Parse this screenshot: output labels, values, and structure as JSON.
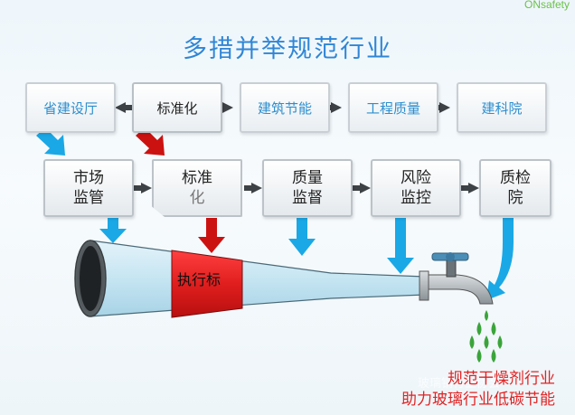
{
  "title": "多措并举规范行业",
  "logo": "ONsafety",
  "top_row": [
    {
      "label": "省建设厅"
    },
    {
      "label": "标准化"
    },
    {
      "label": "建筑节能"
    },
    {
      "label": "工程质量"
    },
    {
      "label": "建科院"
    }
  ],
  "middle_row": [
    {
      "line1": "市场",
      "line2": "监管"
    },
    {
      "line1": "标准",
      "line2": "化"
    },
    {
      "line1": "质量",
      "line2": "监督"
    },
    {
      "line1": "风险",
      "line2": "监控"
    },
    {
      "line1": "质检",
      "line2": "院"
    }
  ],
  "funnel_label": "执行标",
  "outcome": {
    "line1": "规范干燥剂行业",
    "line2": "助力玻璃行业低碳节能"
  },
  "watermark": "玻璃钢行业协会",
  "colors": {
    "title": "#2f86d6",
    "box_text_blue": "#2d8fcf",
    "arrow_blue": "#1aa8e6",
    "arrow_red": "#cc1111",
    "funnel_red": "#d91f1f",
    "funnel_blue": "#cfe9f4",
    "outcome_red": "#e12323",
    "drop_green": "#3aa43a"
  }
}
